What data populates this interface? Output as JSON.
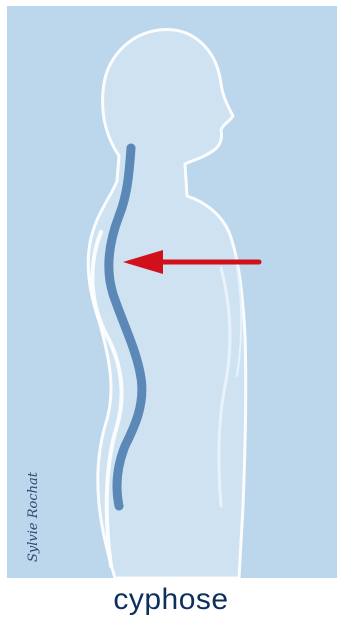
{
  "caption": "cyphose",
  "signature": "Sylvie Rochat",
  "colors": {
    "background": "#bcd6ec",
    "silhouette": "#cfe3f3",
    "outline": "#ffffff",
    "spine": "#5b88b6",
    "arrow": "#d0101b",
    "caption": "#0d2f5e"
  },
  "icons": {
    "arrow": "left-arrow-icon",
    "figure": "human-silhouette"
  }
}
